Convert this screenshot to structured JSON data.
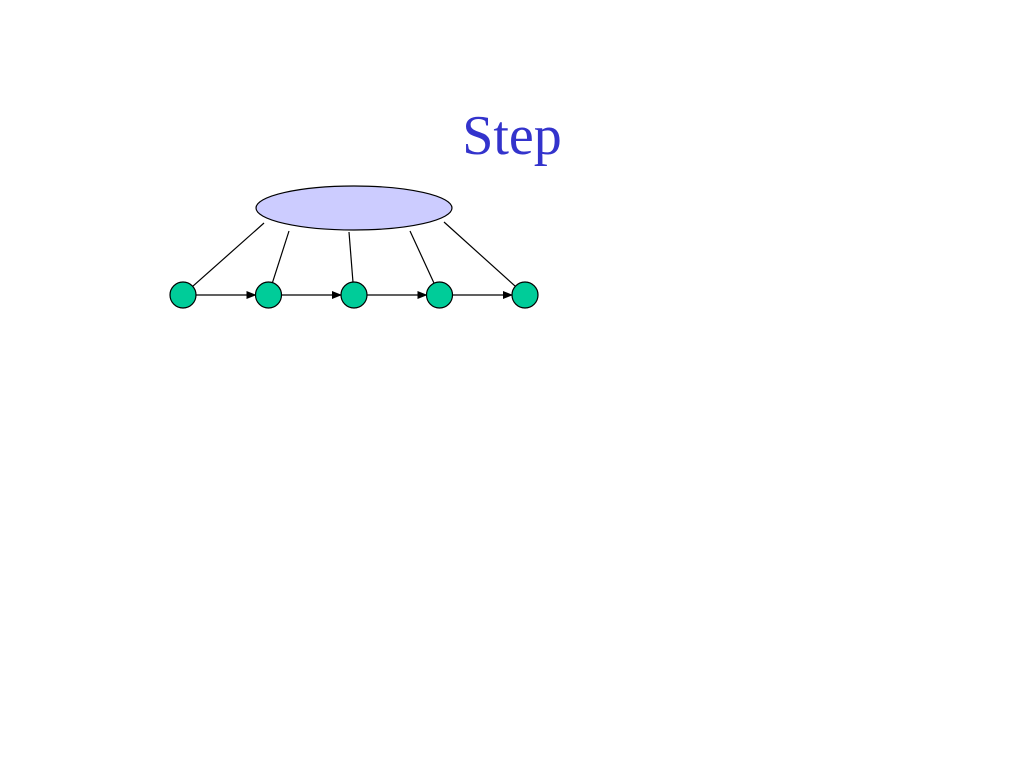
{
  "slide": {
    "title": "Step"
  },
  "diagram": {
    "colors": {
      "hub_fill": "#ccccff",
      "node_fill": "#00cc99",
      "stroke": "#000000",
      "title": "#3333cc"
    },
    "hub": {
      "label": ""
    },
    "nodes": [
      {
        "label": ""
      },
      {
        "label": ""
      },
      {
        "label": ""
      },
      {
        "label": ""
      },
      {
        "label": ""
      }
    ],
    "chain_edges": [
      {
        "from": 0,
        "to": 1,
        "directed": true
      },
      {
        "from": 1,
        "to": 2,
        "directed": true
      },
      {
        "from": 2,
        "to": 3,
        "directed": true
      },
      {
        "from": 3,
        "to": 4,
        "directed": true
      }
    ],
    "hub_edges": [
      {
        "to": 0,
        "directed": false
      },
      {
        "to": 1,
        "directed": false
      },
      {
        "to": 2,
        "directed": false
      },
      {
        "to": 3,
        "directed": false
      },
      {
        "to": 4,
        "directed": false
      }
    ]
  }
}
